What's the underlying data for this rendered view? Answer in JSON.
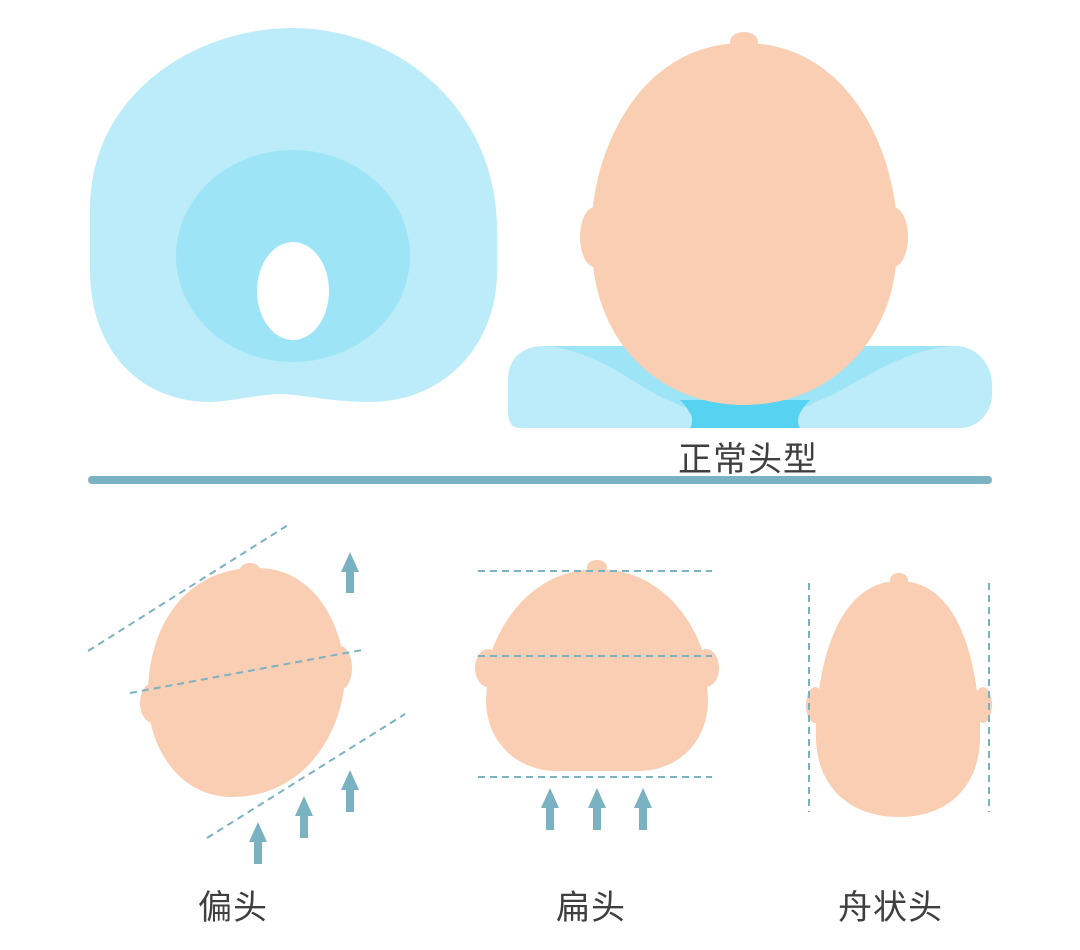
{
  "colors": {
    "skin": "#f9ceb2",
    "pillow_light": "#bcecf9",
    "pillow_mid": "#9de5f6",
    "pillow_dark": "#56d3f0",
    "divider": "#7bb2c2",
    "guide": "#7bb2c2",
    "arrow": "#7bb2c2",
    "text": "#3f3f3f"
  },
  "top_section": {
    "pillow_topview": {
      "description": "pillow-top-view"
    },
    "normal_head": {
      "label": "正常头型"
    }
  },
  "bottom_section": {
    "shapes": [
      {
        "id": "plagiocephaly",
        "label": "偏头",
        "arrows": 4
      },
      {
        "id": "brachycephaly",
        "label": "扁头",
        "arrows": 3
      },
      {
        "id": "scaphocephaly",
        "label": "舟状头",
        "arrows": 0
      }
    ]
  }
}
